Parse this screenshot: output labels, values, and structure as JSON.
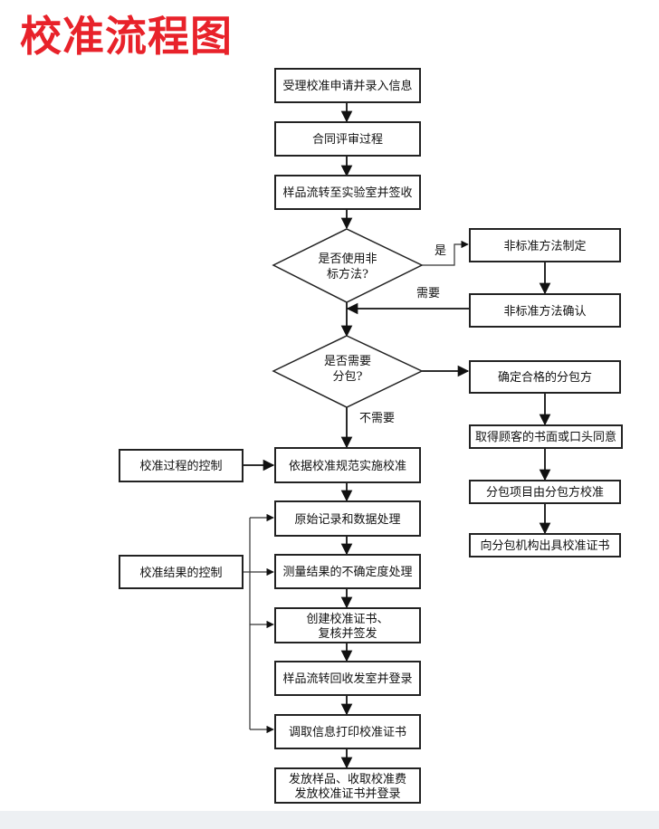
{
  "title": "校准流程图",
  "nodes": {
    "accept": "受理校准申请并录入信息",
    "contract": "合同评审过程",
    "transfer_lab": "样品流转至实验室并签收",
    "nonstd_q_line1": "是否使用非",
    "nonstd_q_line2": "标方法?",
    "nonstd_make": "非标准方法制定",
    "nonstd_confirm": "非标准方法确认",
    "sub_q_line1": "是否需要",
    "sub_q_line2": "分包?",
    "sub_qualified": "确定合格的分包方",
    "customer_consent": "取得顾客的书面或口头同意",
    "sub_calibrate": "分包项目由分包方校准",
    "sub_cert": "向分包机构出具校准证书",
    "process_control": "校准过程的控制",
    "calibrate": "依据校准规范实施校准",
    "raw_record": "原始记录和数据处理",
    "result_control": "校准结果的控制",
    "uncertainty": "测量结果的不确定度处理",
    "create_cert_line1": "创建校准证书、",
    "create_cert_line2": "复核并签发",
    "return_sample": "样品流转回收发室并登录",
    "print_cert": "调取信息打印校准证书",
    "issue_line1": "发放样品、收取校准费",
    "issue_line2": "发放校准证书并登录"
  },
  "edge_labels": {
    "yes": "是",
    "needed": "需要",
    "not_needed": "不需要"
  }
}
